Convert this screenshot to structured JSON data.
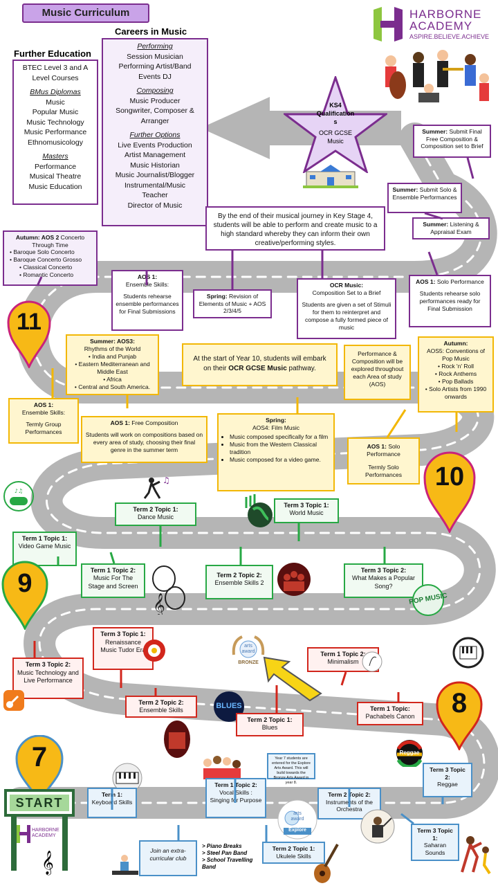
{
  "title": "Music Curriculum",
  "logo": {
    "name_line1": "HARBORNE",
    "name_line2": "ACADEMY",
    "motto": "ASPIRE.BELIEVE.ACHIEVE"
  },
  "careers": {
    "heading": "Careers in Music",
    "performing_h": "Performing",
    "performing": [
      "Session Musician",
      "Performing Artist/Band",
      "Events DJ"
    ],
    "composing_h": "Composing",
    "composing": [
      "Music Producer",
      "Songwriter, Composer &",
      "Arranger"
    ],
    "further_h": "Further Options",
    "further": [
      "Live Events Production",
      "Artist Management",
      "Music Historian",
      "Music Journalist/Blogger",
      "Instrumental/Music",
      "Teacher",
      "Director of Music"
    ]
  },
  "further_ed": {
    "heading": "Further Education",
    "btec": [
      "BTEC Level 3 and A",
      "Level Courses"
    ],
    "bmus_h": "BMus Diplomas",
    "bmus": [
      "Music",
      "Popular Music",
      "Music Technology",
      "Music Performance",
      "Ethnomusicology"
    ],
    "masters_h": "Masters",
    "masters": [
      "Performance",
      "Musical Theatre",
      "Music Education"
    ]
  },
  "ks4": {
    "line1": "KS4",
    "line2": "Qualification",
    "line3": "s",
    "line4": "OCR GCSE",
    "line5": "Music"
  },
  "y11": {
    "summer_final_b": "Summer:",
    "summer_final": " Submit Final Free Composition & Composition set to Brief",
    "summer_solo_b": "Summer:",
    "summer_solo": " Submit Solo & Ensemble Performances",
    "summer_listen_b": "Summer:",
    "summer_listen": " Listening & Appraisal Exam",
    "journey": "By the end of their musical journey in Key Stage 4, students will be able to perform and create music to a high standard whereby they can inform their own creative/performing styles.",
    "autumn_b": "Autumn: AOS 2",
    "autumn_t": " Concerto Through Time",
    "autumn_list": [
      "Baroque Solo Concerto",
      "Baroque Concerto Grosso",
      "Classical Concerto",
      "Romantic Concerto"
    ],
    "aos1_h": "AOS 1:",
    "aos1_t1": "Ensemble Skills:",
    "aos1_t2": "Students rehearse ensemble performances for Final Submissions",
    "spring_b": "Spring:",
    "spring_t": " Revision of Elements of Music + AOS 2/3/4/5",
    "ocr_h": "OCR Music:",
    "ocr_t1": "Composition Set to a Brief",
    "ocr_t2": "Students are given a set of Stimuli for them to reinterpret and compose a fully formed piece of music",
    "solo_h": "AOS 1:",
    "solo_t1": " Solo Performance",
    "solo_t2": "Students rehearse solo performances ready for Final Submission",
    "pin": "11"
  },
  "y10": {
    "aos3_h": "Summer: AOS3:",
    "aos3_t": "Rhythms of the World",
    "aos3_list": [
      "India and Punjab",
      "Eastern Mediterranean and Middle East",
      "Africa",
      "Central and South America."
    ],
    "start_t1": "At the start of Year 10, students will embark on their ",
    "start_b": "OCR GCSE Music",
    "start_t2": " pathway.",
    "perf_comp": "Performance & Composition will be explored throughout each Area of study (AOS)",
    "aos5_h": "Autumn:",
    "aos5_t": "AOS5: Conventions of Pop Music",
    "aos5_list": [
      "Rock 'n' Roll",
      "Rock Anthems",
      "Pop Ballads",
      "Solo Artists from 1990 onwards"
    ],
    "ens_h": "AOS 1:",
    "ens_t1": "Ensemble Skills:",
    "ens_t2": "Termly Group Performances",
    "free_h": "AOS 1:",
    "free_t1": " Free Composition",
    "free_t2": "Students will work on compositions based on every area of study, choosing their final genre in the summer term",
    "film_h": "Spring:",
    "film_t": "AOS4: Film Music",
    "film_list": [
      "Music composed specifically for a film",
      "Music from the Western Classical tradition",
      "Music composed for a video game."
    ],
    "solo_h": "AOS 1:",
    "solo_t1": " Solo Performance",
    "solo_t2": "Termly Solo Performances",
    "pin": "10"
  },
  "y9": {
    "t2t1_b": "Term 2 Topic 1:",
    "t2t1": "Dance Music",
    "t3t1_b": "Term 3 Topic 1:",
    "t3t1": "World Music",
    "t1t1_b": "Term 1 Topic 1:",
    "t1t1": "Video Game Music",
    "t1t2_b": "Term 1 Topic 2:",
    "t1t2": "Music For The Stage and Screen",
    "t2t2_b": "Term 2 Topic 2:",
    "t2t2": "Ensemble Skills 2",
    "t3t2_b": "Term 3 Topic 2:",
    "t3t2": "What Makes a Popular Song?",
    "pin": "9",
    "pop_logo": "POP MUSIC"
  },
  "y8": {
    "t3t1_b": "Term 3 Topic 1:",
    "t3t1": "Renaissance Music Tudor Era",
    "t1t2_b": "Term 1 Topic 2:",
    "t1t2": "Minimalism",
    "t3t2_b": "Term 3 Topic 2:",
    "t3t2": "Music Technology and Live Performance",
    "t2t2_b": "Term 2 Topic 2:",
    "t2t2": "Ensemble Skills",
    "t2t1_b": "Term 2 Topic 1:",
    "t2t1": "Blues",
    "t1t1_b": "Term 1 Topic:",
    "t1t1": "Pachabels Canon",
    "pin": "8",
    "arts_bronze": [
      "arts",
      "award",
      "BRONZE"
    ],
    "blues_logo": "BLUES"
  },
  "y7": {
    "pin": "7",
    "start": "START",
    "arts_note": "Year 7 students are entered for the Explore Arts Award. This will build towards the Bronze Arts Award in year 8.",
    "t1_b": "Term 1:",
    "t1": "Keyboard Skills",
    "t1t2_b": "Term 1 Topic 2:",
    "t1t2": "Vocal Skills : Singing for Purpose",
    "t2t2_b": "Term 2 Topic 2:",
    "t2t2": "Instruments of the Orchestra",
    "t3t2_b": "Term 3 Topic 2:",
    "t3t2": "Reggae",
    "t3t1_b": "Term 3 Topic 1:",
    "t3t1": "Saharan Sounds",
    "t2t1_b": "Term 2 Topic 1:",
    "t2t1": "Ukulele Skills",
    "club": "Join an extra-curricular club",
    "clubs": [
      "> Piano Breaks",
      "> Steel Pan Band",
      "> School Travelling Band"
    ],
    "arts_explore": [
      "arts",
      "award",
      "Explore"
    ],
    "reggae_logo": "Reggae",
    "start_logo": [
      "HARBORNE",
      "ACADEMY"
    ]
  },
  "colors": {
    "purple": "#7b2d8e",
    "yellow": "#f2b705",
    "green": "#27a844",
    "red": "#d2261c",
    "blue": "#4a90c8",
    "road": "#b5b5b5"
  }
}
